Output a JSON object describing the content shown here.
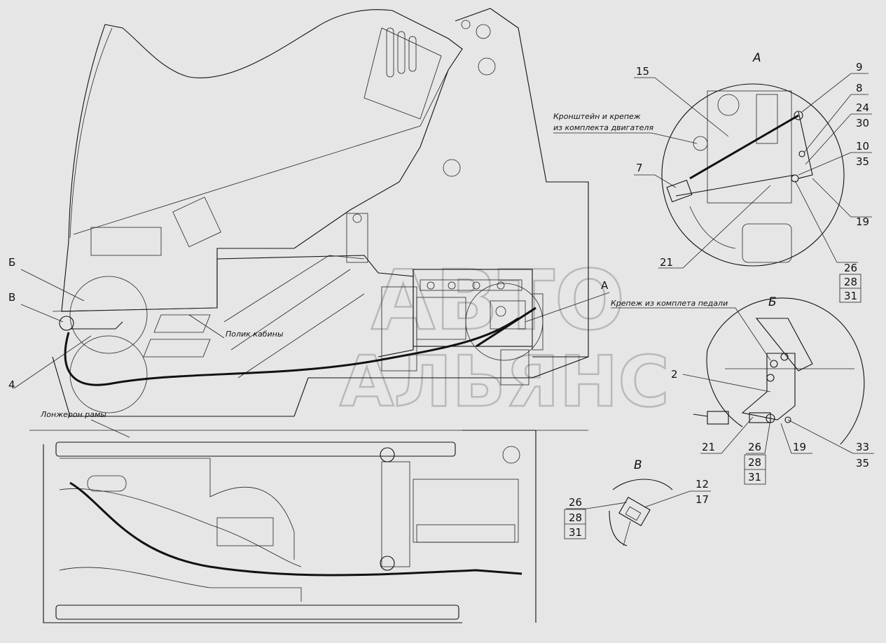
{
  "watermark": {
    "line1": "АВТО",
    "line2": "АЛЬЯНС"
  },
  "view_titles": {
    "a": "А",
    "b": "Б",
    "v": "В"
  },
  "notes": {
    "bracket_line1": "Кронштейн и крепеж",
    "bracket_line2": "из комплекта двигателя",
    "pedal_fastener": "Крепеж из комплета педали",
    "cab_floor": "Полик кабины",
    "frame_spar": "Лонжерон рамы"
  },
  "main_view_callouts": {
    "b": "Б",
    "v": "В",
    "n4": "4",
    "a": "А"
  },
  "view_a_callouts": {
    "n15": "15",
    "n7": "7",
    "n9": "9",
    "n8": "8",
    "n24": "24",
    "n30": "30",
    "n10": "10",
    "n35": "35",
    "n19": "19",
    "n21": "21",
    "n26": "26",
    "n28": "28",
    "n31": "31"
  },
  "view_b_callouts": {
    "n2": "2",
    "n21": "21",
    "n26": "26",
    "n28": "28",
    "n31": "31",
    "n19": "19",
    "n33": "33",
    "n35": "35"
  },
  "view_v_callouts": {
    "n26": "26",
    "n28": "28",
    "n31": "31",
    "n12": "12",
    "n17": "17"
  },
  "colors": {
    "background": "#e6e6e6",
    "line": "#111111",
    "watermark": "#b9b9b9"
  }
}
